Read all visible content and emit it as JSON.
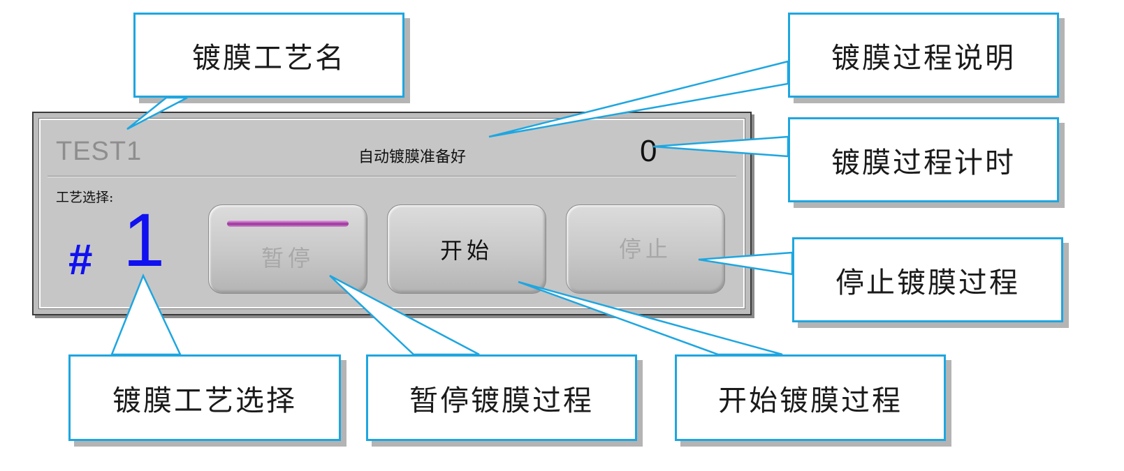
{
  "panel": {
    "process_name": "TEST1",
    "process_description": "自动镀膜准备好",
    "process_timer": "0",
    "recipe_select_label": "工艺选择:",
    "recipe_hash": "#",
    "recipe_number": "1"
  },
  "buttons": {
    "pause_label": "暂停",
    "start_label": "开始",
    "stop_label": "停止"
  },
  "callouts": {
    "process_name": "镀膜工艺名",
    "process_description": "镀膜过程说明",
    "process_timer": "镀膜过程计时",
    "stop_process": "停止镀膜过程",
    "recipe_select": "镀膜工艺选择",
    "pause_process": "暂停镀膜过程",
    "start_process": "开始镀膜过程"
  },
  "colors": {
    "callout_border": "#1ea6e0",
    "recipe_number": "#1010f0",
    "pause_indicator": "#9a2f9a",
    "panel_background": "#c6c6c6"
  },
  "icons": {
    "pause_indicator": "pause-indicator-bar-icon"
  }
}
